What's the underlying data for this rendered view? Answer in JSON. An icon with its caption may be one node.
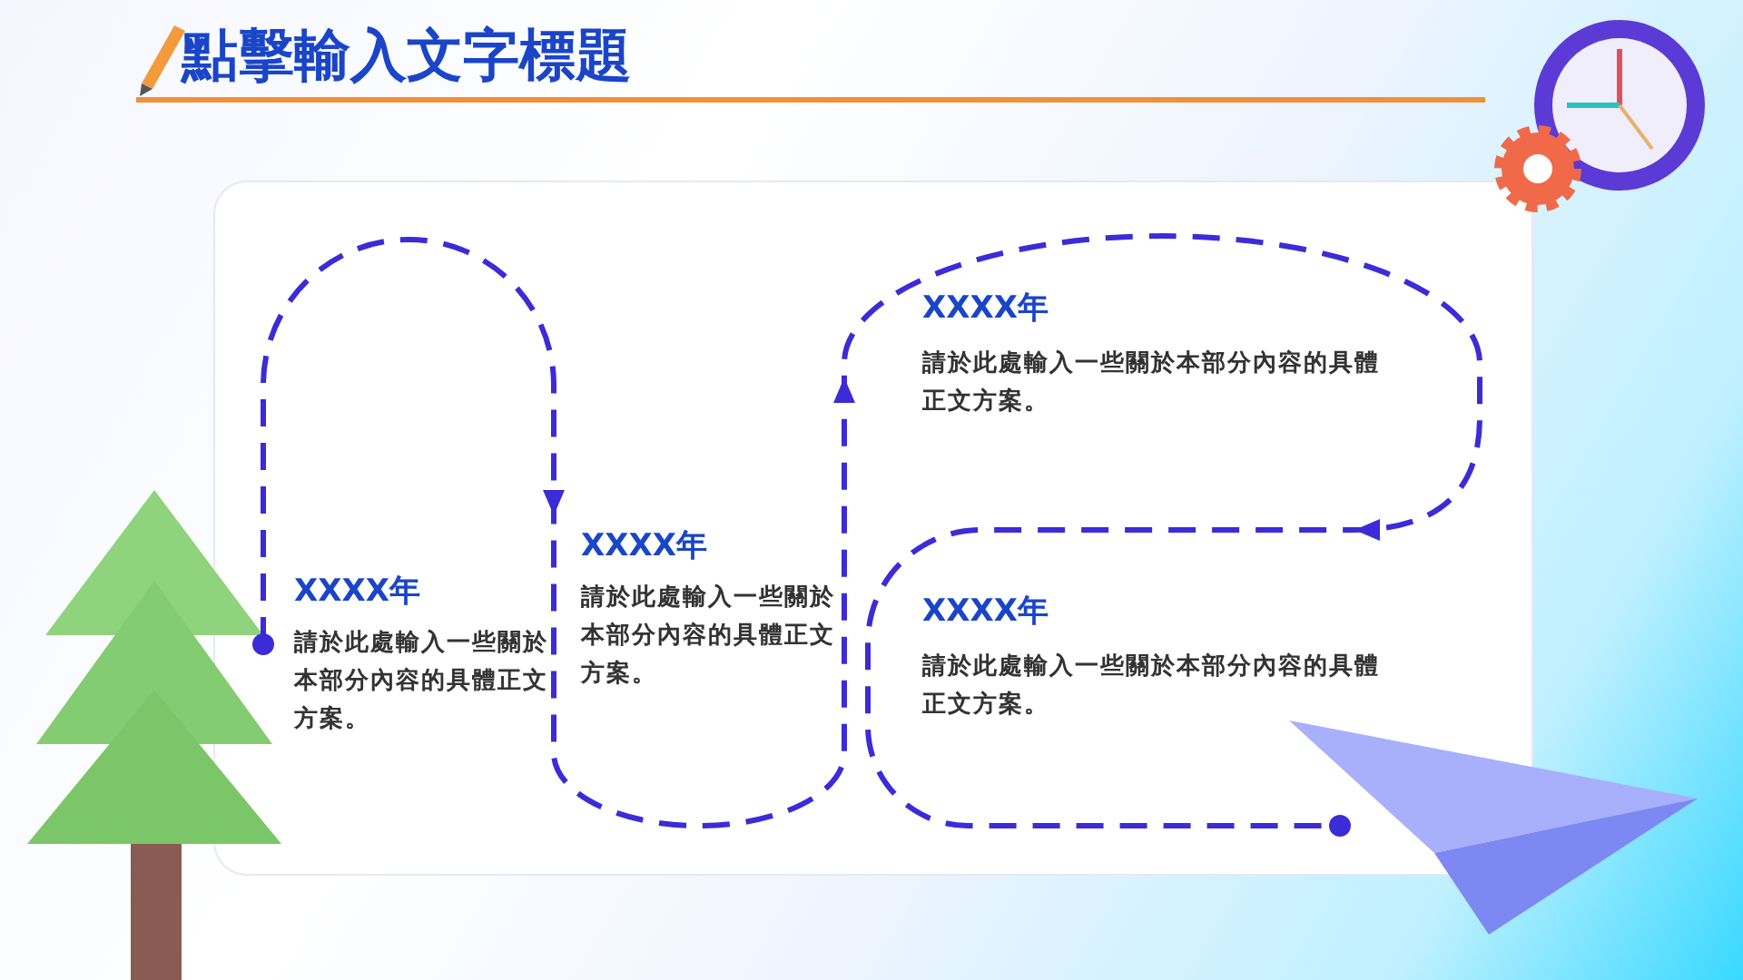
{
  "diagram": {
    "title": "點擊輸入文字標題",
    "labels": [
      "XXXX年",
      "請於此處輸入一些關於本部分內容的具體正文方案。",
      "XXXX年",
      "請於此處輸入一些關於本部分內容的具體正文方案。",
      "XXXX年",
      "請於此處輸入一些關於本部分內容的具體正文方案。",
      "XXXX年",
      "請於此處輸入一些關於本部分內容的具體正文方案。"
    ]
  }
}
